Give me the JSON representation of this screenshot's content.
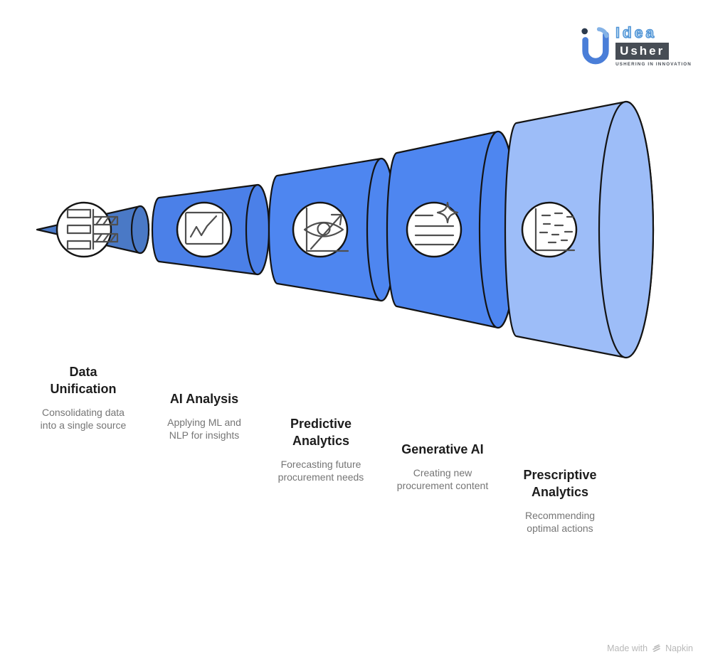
{
  "logo": {
    "brand_top": "Idea",
    "brand_bottom": "Usher",
    "tagline": "USHERING IN INNOVATION"
  },
  "stages": [
    {
      "title": "Data Unification",
      "description": "Consolidating data into a single source",
      "icon": "data-rows-merge-icon"
    },
    {
      "title": "AI Analysis",
      "description": "Applying ML and NLP for insights",
      "icon": "trend-chart-icon"
    },
    {
      "title": "Predictive Analytics",
      "description": "Forecasting future procurement needs",
      "icon": "eye-forecast-icon"
    },
    {
      "title": "Generative AI",
      "description": "Creating new procurement content",
      "icon": "text-sparkle-icon"
    },
    {
      "title": "Prescriptive Analytics",
      "description": "Recommending optimal actions",
      "icon": "scatter-dashes-icon"
    }
  ],
  "footer": {
    "made_with": "Made with",
    "brand": "Napkin"
  },
  "colors": {
    "segment_1": "#4a79c6",
    "segment_2": "#4b80e8",
    "segment_3": "#4e86f0",
    "segment_4": "#4e86f0",
    "segment_5": "#9dbdf8",
    "outline": "#141414",
    "badge_fill": "#ffffff",
    "icon_stroke": "#4f4f4f",
    "title_text": "#1c1c1c",
    "subtitle_text": "#757575",
    "logo_blue": "#4e93d6",
    "logo_dark": "#474d55",
    "footer_gray": "#b8b8b8"
  }
}
